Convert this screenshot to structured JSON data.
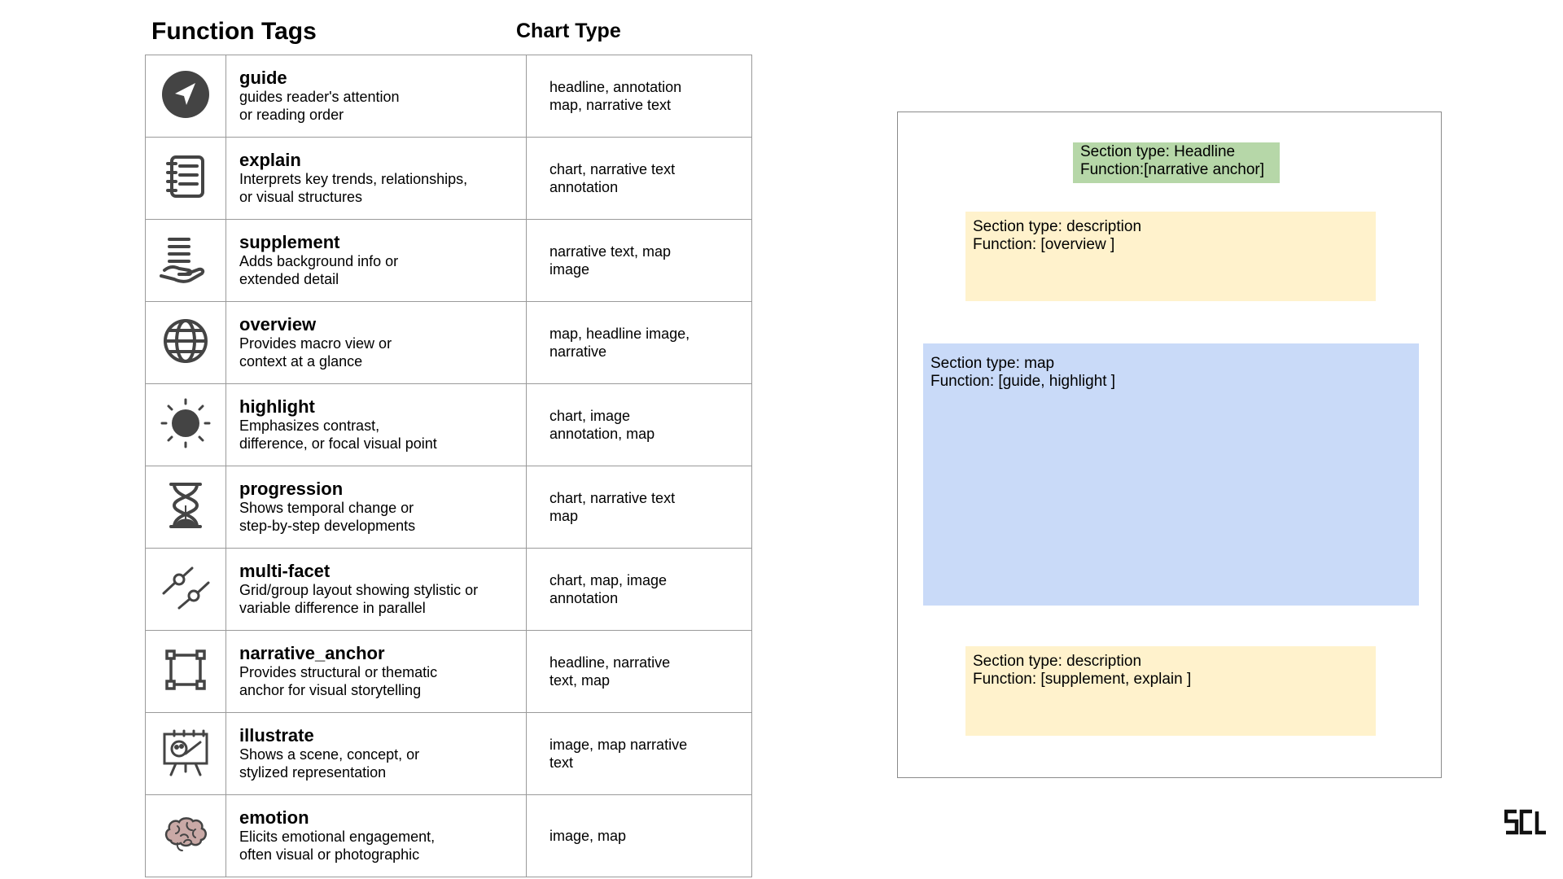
{
  "headers": {
    "function_tags": "Function Tags",
    "chart_type": "Chart Type"
  },
  "tags": [
    {
      "icon": "paper-plane-icon",
      "name": "guide",
      "desc1": "guides reader's attention",
      "desc2": "or reading order",
      "type1": "headline, annotation",
      "type2": "map, narrative text"
    },
    {
      "icon": "notebook-list-icon",
      "name": "explain",
      "desc1": "Interprets key trends, relationships,",
      "desc2": "or visual structures",
      "type1": "chart, narrative text",
      "type2": "annotation"
    },
    {
      "icon": "hand-giving-icon",
      "name": "supplement",
      "desc1": "Adds background info or",
      "desc2": "extended detail",
      "type1": "narrative text, map",
      "type2": "image"
    },
    {
      "icon": "globe-icon",
      "name": "overview",
      "desc1": "Provides macro view or",
      "desc2": "context at a glance",
      "type1": "map, headline image,",
      "type2": "narrative"
    },
    {
      "icon": "sun-icon",
      "name": "highlight",
      "desc1": "Emphasizes contrast,",
      "desc2": "difference, or focal visual point",
      "type1": "chart, image",
      "type2": "annotation, map"
    },
    {
      "icon": "hourglass-icon",
      "name": "progression",
      "desc1": "Shows temporal change or",
      "desc2": "step-by-step developments",
      "type1": "chart, narrative text",
      "type2": "map"
    },
    {
      "icon": "connected-nodes-icon",
      "name": "multi-facet",
      "desc1": "Grid/group layout showing stylistic or",
      "desc2": "variable difference in parallel",
      "type1": "chart, map, image",
      "type2": "annotation"
    },
    {
      "icon": "anchor-square-icon",
      "name": "narrative_anchor",
      "desc1": "Provides structural or thematic",
      "desc2": "anchor for visual storytelling",
      "type1": "headline, narrative",
      "type2": "text, map"
    },
    {
      "icon": "easel-palette-icon",
      "name": "illustrate",
      "desc1": "Shows a scene, concept, or",
      "desc2": "stylized representation",
      "type1": "image, map narrative",
      "type2": "text"
    },
    {
      "icon": "brain-icon",
      "name": "emotion",
      "desc1": "Elicits emotional engagement,",
      "desc2": "often visual or photographic",
      "type1": "image, map",
      "type2": ""
    }
  ],
  "layout_example": {
    "headline": {
      "line1": "Section type: Headline",
      "line2": "Function:[narrative anchor]",
      "color": "#b6d7a8"
    },
    "description1": {
      "line1": "Section type:  description",
      "line2": "Function: [overview ]",
      "color": "#fff2cc"
    },
    "map": {
      "line1": "Section  type: map",
      "line2": "Function: [guide, highlight ]",
      "color": "#c9daf8"
    },
    "description2": {
      "line1": "Section type: description",
      "line2": "Function: [supplement, explain ]",
      "color": "#fff2cc"
    }
  },
  "logo": {
    "icon": "lab-logo-icon",
    "text": "SCL"
  }
}
